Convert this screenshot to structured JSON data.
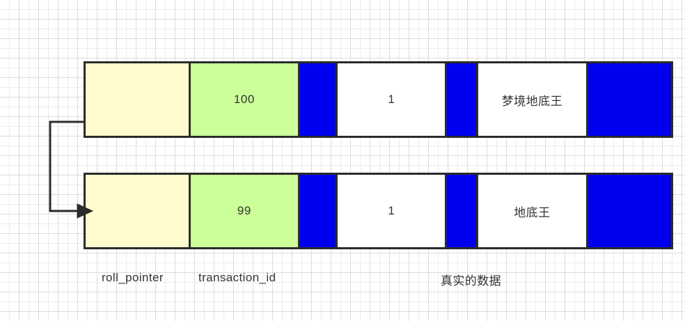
{
  "diagram": {
    "title": "MVCC undo log record chain",
    "background": {
      "grid_color": "#d7d7d7",
      "page_color": "#ffffff"
    },
    "palette": {
      "roll_pointer_cell": "#fffbcc",
      "transaction_id_cell": "#ccff99",
      "blue_cell": "#0000ee",
      "white_cell": "#ffffff",
      "border": "#2b2b2b",
      "text": "#333333"
    },
    "rows": [
      {
        "id": "row-new",
        "name": "newer-version-record",
        "cells": [
          {
            "name": "roll-pointer-cell",
            "value": "",
            "fill": "roll"
          },
          {
            "name": "transaction-id-cell",
            "value": "100",
            "fill": "trx"
          },
          {
            "name": "hidden-column-cell-1",
            "value": "",
            "fill": "blue"
          },
          {
            "name": "data-cell-id",
            "value": "1",
            "fill": "white"
          },
          {
            "name": "hidden-column-cell-2",
            "value": "",
            "fill": "blue"
          },
          {
            "name": "data-cell-name",
            "value": "梦境地底王",
            "fill": "white"
          },
          {
            "name": "hidden-column-cell-3",
            "value": "",
            "fill": "blue"
          }
        ]
      },
      {
        "id": "row-old",
        "name": "older-version-record",
        "cells": [
          {
            "name": "roll-pointer-cell",
            "value": "",
            "fill": "roll"
          },
          {
            "name": "transaction-id-cell",
            "value": "99",
            "fill": "trx"
          },
          {
            "name": "hidden-column-cell-1",
            "value": "",
            "fill": "blue"
          },
          {
            "name": "data-cell-id",
            "value": "1",
            "fill": "white"
          },
          {
            "name": "hidden-column-cell-2",
            "value": "",
            "fill": "blue"
          },
          {
            "name": "data-cell-name",
            "value": "地底王",
            "fill": "white"
          },
          {
            "name": "hidden-column-cell-3",
            "value": "",
            "fill": "blue"
          }
        ]
      }
    ],
    "captions": {
      "roll_pointer": "roll_pointer",
      "transaction_id": "transaction_id",
      "real_data": "真实的数据"
    },
    "arrow": {
      "name": "roll-pointer-arrow",
      "color": "#2b2b2b",
      "from_row": "row-new",
      "to_row": "row-old"
    }
  }
}
